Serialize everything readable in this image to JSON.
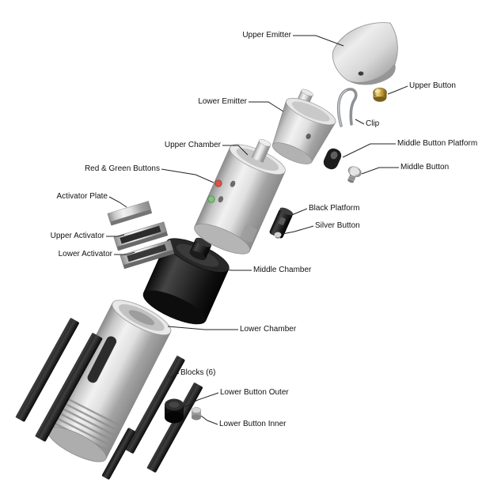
{
  "diagram": {
    "background": "#ffffff",
    "colors": {
      "red_button": "#d9534a",
      "green_button": "#7cc47c",
      "gold_button": "#d2a93c",
      "silver": "#cccccc",
      "black_part": "#1a1a1a",
      "label_text": "#111111",
      "leader_line": "#222222"
    },
    "labels": [
      {
        "part": "upper-emitter",
        "text": "Upper Emitter"
      },
      {
        "part": "upper-button",
        "text": "Upper Button"
      },
      {
        "part": "lower-emitter",
        "text": "Lower Emitter"
      },
      {
        "part": "clip",
        "text": "Clip"
      },
      {
        "part": "upper-chamber",
        "text": "Upper Chamber"
      },
      {
        "part": "middle-button-platform",
        "text": "Middle Button Platform"
      },
      {
        "part": "middle-button",
        "text": "Middle Button"
      },
      {
        "part": "red-green-buttons",
        "text": "Red & Green Buttons"
      },
      {
        "part": "activator-plate",
        "text": "Activator Plate"
      },
      {
        "part": "black-platform",
        "text": "Black Platform"
      },
      {
        "part": "silver-button",
        "text": "Silver Button"
      },
      {
        "part": "upper-activator",
        "text": "Upper Activator"
      },
      {
        "part": "lower-activator",
        "text": "Lower Activator"
      },
      {
        "part": "middle-chamber",
        "text": "Middle Chamber"
      },
      {
        "part": "lower-chamber",
        "text": "Lower Chamber"
      },
      {
        "part": "blocks",
        "text": "Blocks (6)"
      },
      {
        "part": "lower-button-outer",
        "text": "Lower Button Outer"
      },
      {
        "part": "lower-button-inner",
        "text": "Lower Button Inner"
      }
    ]
  }
}
